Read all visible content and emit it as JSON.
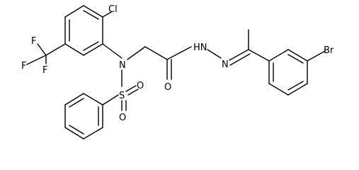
{
  "molecule": {
    "atoms": {
      "cl": "Cl",
      "f1": "F",
      "f2": "F",
      "f3": "F",
      "n_amine": "N",
      "s": "S",
      "o_s1": "O",
      "o_s2": "O",
      "o_carbonyl": "O",
      "nh": "HN",
      "n_imine": "N",
      "br": "Br"
    }
  }
}
